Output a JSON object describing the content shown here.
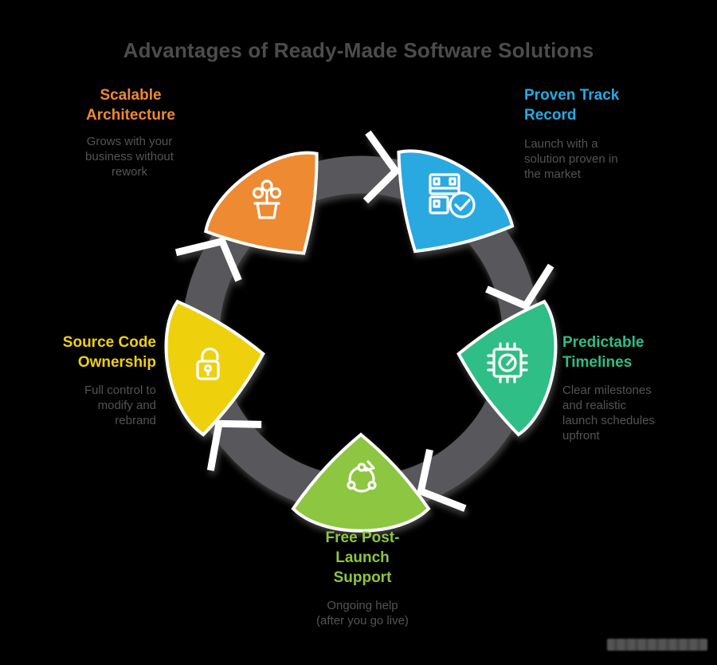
{
  "title": "Advantages of Ready-Made Software Solutions",
  "diagram": {
    "type": "cycle",
    "segments": 5,
    "flow": "clockwise",
    "ring_color": "#58595B"
  },
  "items": [
    {
      "id": "scalable-architecture",
      "label": "Scalable\nArchitecture",
      "desc": "Grows with your\nbusiness without\nrework",
      "color": "#ee8a31",
      "icon": "plant-icon",
      "position": "top-left"
    },
    {
      "id": "proven-track-record",
      "label": "Proven Track\nRecord",
      "desc": "Launch with a\nsolution proven in\nthe market",
      "color": "#29a9e1",
      "icon": "film-check-icon",
      "position": "top-right"
    },
    {
      "id": "predictable-timelines",
      "label": "Predictable\nTimelines",
      "desc": "Clear milestones\nand realistic\nlaunch schedules\nupfront",
      "color": "#30bd87",
      "icon": "chip-gauge-icon",
      "position": "right"
    },
    {
      "id": "free-post-launch-support",
      "label": "Free Post-\nLaunch\nSupport",
      "desc": "Ongoing help\n(after you go live)",
      "color": "#8dc63f",
      "icon": "cycle-arrow-icon",
      "position": "bottom"
    },
    {
      "id": "source-code-ownership",
      "label": "Source Code\nOwnership",
      "desc": "Full control to\nmodify and\nrebrand",
      "color": "#efd00e",
      "icon": "open-lock-icon",
      "position": "left"
    }
  ]
}
